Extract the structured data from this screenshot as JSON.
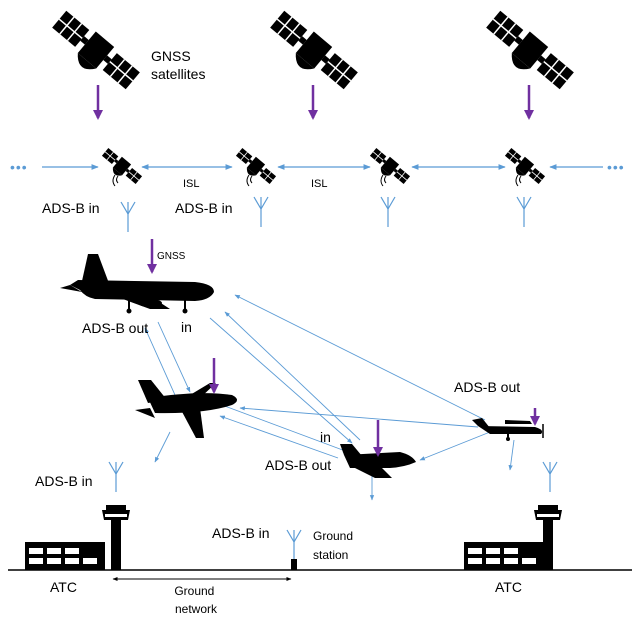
{
  "labels": {
    "gnss_satellites_line1": "GNSS",
    "gnss_satellites_line2": "satellites",
    "isl_1": "ISL",
    "isl_2": "ISL",
    "adsb_in_sat1": "ADS-B in",
    "adsb_in_sat2": "ADS-B in",
    "gnss_signal": "GNSS",
    "adsb_out_airliner": "ADS-B out",
    "in_airliner": "in",
    "adsb_out_gaplane": "ADS-B out",
    "in_fighter": "in",
    "adsb_out_fighter": "ADS-B out",
    "adsb_in_atc_left": "ADS-B in",
    "adsb_in_ground": "ADS-B in",
    "ground_station_line1": "Ground",
    "ground_station_line2": "station",
    "atc_left": "ATC",
    "atc_right": "ATC",
    "ground_network_line1": "Ground",
    "ground_network_line2": "network",
    "ellipsis_left": "•••",
    "ellipsis_right": "•••"
  },
  "colors": {
    "gnss_arrow": "#7030a0",
    "adsb_link": "#5b9bd5",
    "isl_link": "#5b9bd5",
    "antenna": "#5b9bd5",
    "silhouette": "#000000"
  }
}
